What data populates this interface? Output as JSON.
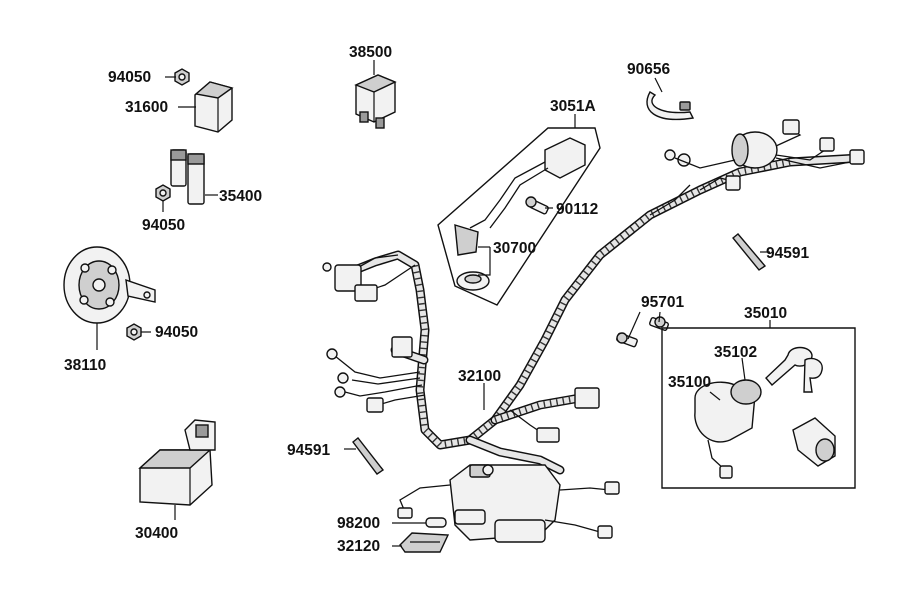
{
  "diagram": {
    "parts": [
      {
        "id": "p94050a",
        "number": "94050"
      },
      {
        "id": "p31600",
        "number": "31600"
      },
      {
        "id": "p35400",
        "number": "35400"
      },
      {
        "id": "p94050b",
        "number": "94050"
      },
      {
        "id": "p38110",
        "number": "38110"
      },
      {
        "id": "p94050c",
        "number": "94050"
      },
      {
        "id": "p30400",
        "number": "30400"
      },
      {
        "id": "p38500",
        "number": "38500"
      },
      {
        "id": "p3051A",
        "number": "3051A"
      },
      {
        "id": "p90112",
        "number": "90112"
      },
      {
        "id": "p30700",
        "number": "30700"
      },
      {
        "id": "p90656",
        "number": "90656"
      },
      {
        "id": "p94591a",
        "number": "94591"
      },
      {
        "id": "p95701",
        "number": "95701"
      },
      {
        "id": "p35010",
        "number": "35010"
      },
      {
        "id": "p35102",
        "number": "35102"
      },
      {
        "id": "p35100",
        "number": "35100"
      },
      {
        "id": "p32100",
        "number": "32100"
      },
      {
        "id": "p94591b",
        "number": "94591"
      },
      {
        "id": "p98200",
        "number": "98200"
      },
      {
        "id": "p32120",
        "number": "32120"
      }
    ]
  }
}
